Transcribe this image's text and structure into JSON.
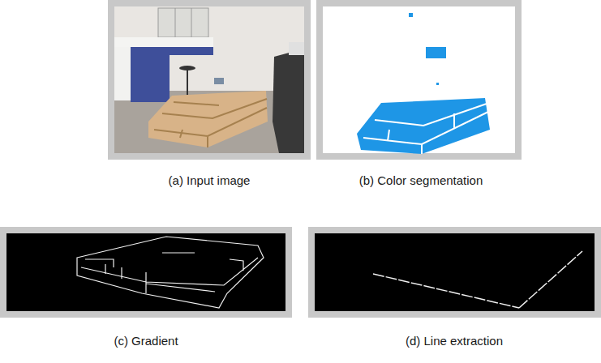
{
  "diagram": {
    "labels": [
      "(a)  Input image",
      "(b)  Color segmentation",
      "(c)  Gradient",
      "(d)  Line extraction"
    ]
  }
}
